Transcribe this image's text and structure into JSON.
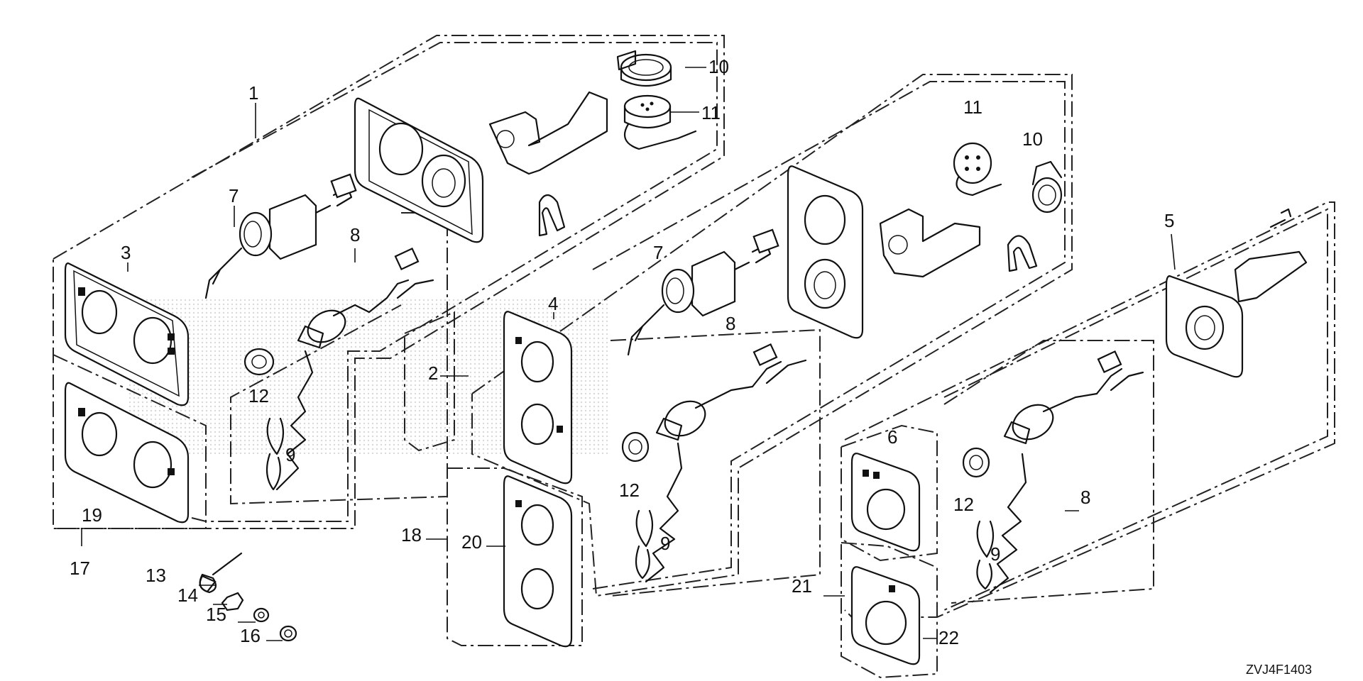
{
  "diagram": {
    "type": "exploded parts diagram",
    "callouts": [
      "1",
      "2",
      "3",
      "4",
      "5",
      "6",
      "7",
      "8",
      "9",
      "10",
      "11",
      "12",
      "13",
      "14",
      "15",
      "16",
      "17",
      "18",
      "19",
      "20",
      "21",
      "22"
    ],
    "code": "ZVJ4F1403"
  }
}
